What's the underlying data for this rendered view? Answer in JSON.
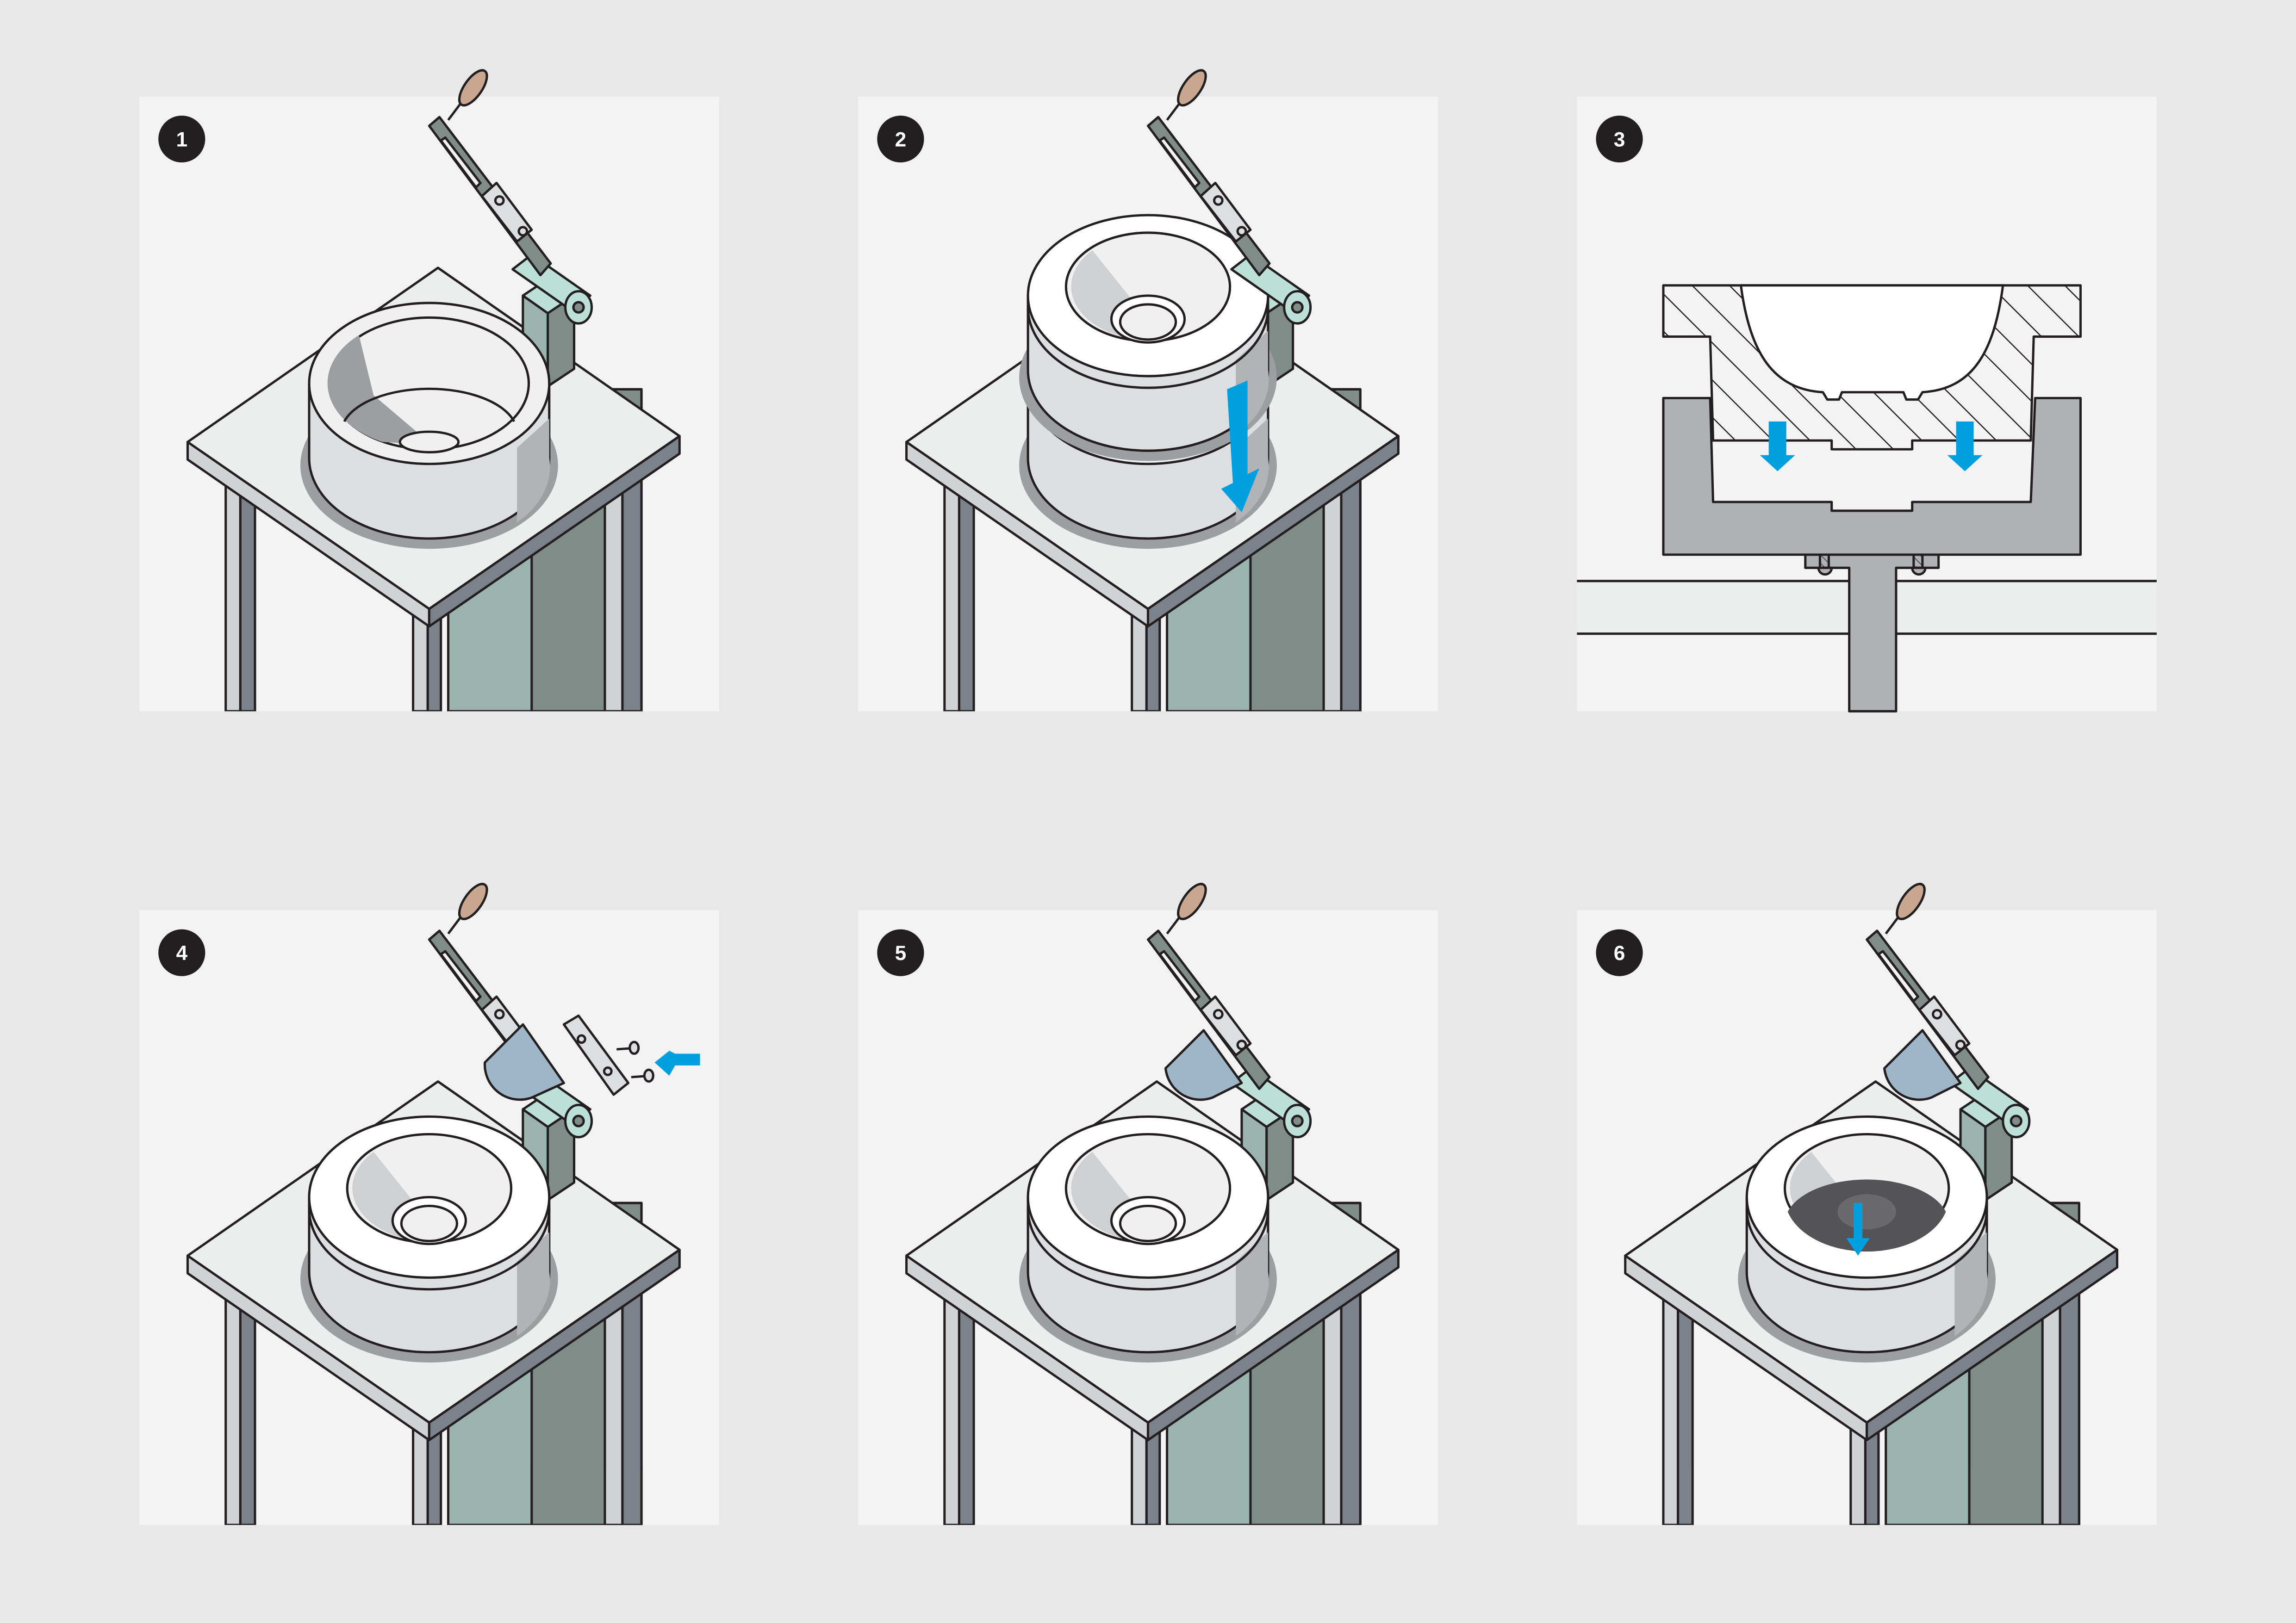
{
  "steps": [
    {
      "number": "1",
      "variant": "empty-ring"
    },
    {
      "number": "2",
      "variant": "stacked-bowls"
    },
    {
      "number": "3",
      "variant": "cross-section"
    },
    {
      "number": "4",
      "variant": "bracket-exploded"
    },
    {
      "number": "5",
      "variant": "bracket-assembled"
    },
    {
      "number": "6",
      "variant": "filled-mold"
    }
  ],
  "colors": {
    "background": "#e8e8e8",
    "panel": "#f3f3f3",
    "arrow": "#00a0e0",
    "handle": "#c8a690",
    "roller": "#bde0d6",
    "frame_green": "#9bb3ad",
    "frame_dark": "#7f8c87",
    "mold_gray": "#b0b1b4",
    "bracket_blue": "#9fb5c8"
  }
}
